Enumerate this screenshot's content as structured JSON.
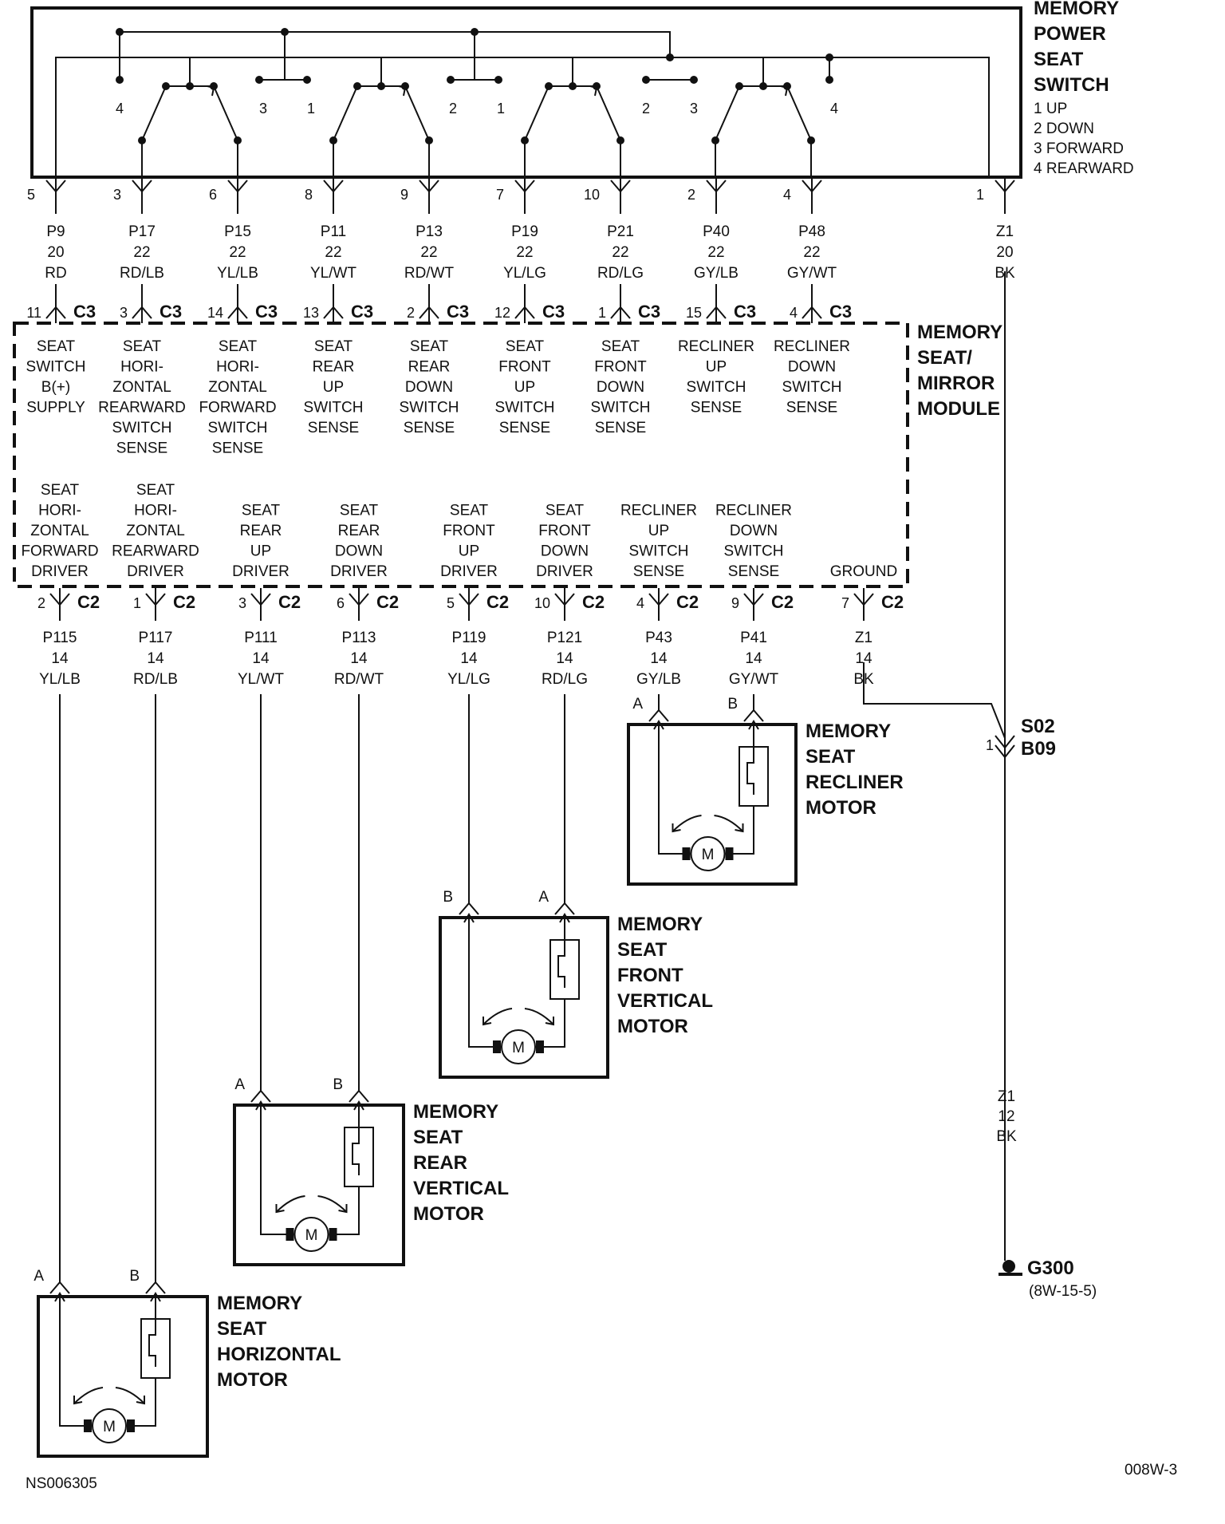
{
  "switch": {
    "title": [
      "MEMORY",
      "POWER",
      "SEAT",
      "SWITCH"
    ],
    "legend": [
      "1 UP",
      "2 DOWN",
      "3 FORWARD",
      "4 REARWARD"
    ],
    "internal_pins": [
      "4",
      "3",
      "1",
      "2",
      "1",
      "2",
      "3",
      "4"
    ],
    "pins": [
      {
        "pin": "5",
        "circuit": "P9",
        "gauge": "20",
        "color": "RD"
      },
      {
        "pin": "3",
        "circuit": "P17",
        "gauge": "22",
        "color": "RD/LB"
      },
      {
        "pin": "6",
        "circuit": "P15",
        "gauge": "22",
        "color": "YL/LB"
      },
      {
        "pin": "8",
        "circuit": "P11",
        "gauge": "22",
        "color": "YL/WT"
      },
      {
        "pin": "9",
        "circuit": "P13",
        "gauge": "22",
        "color": "RD/WT"
      },
      {
        "pin": "7",
        "circuit": "P19",
        "gauge": "22",
        "color": "YL/LG"
      },
      {
        "pin": "10",
        "circuit": "P21",
        "gauge": "22",
        "color": "RD/LG"
      },
      {
        "pin": "2",
        "circuit": "P40",
        "gauge": "22",
        "color": "GY/LB"
      },
      {
        "pin": "4",
        "circuit": "P48",
        "gauge": "22",
        "color": "GY/WT"
      },
      {
        "pin": "1",
        "circuit": "Z1",
        "gauge": "20",
        "color": "BK"
      }
    ]
  },
  "module": {
    "title": [
      "MEMORY",
      "SEAT/",
      "MIRROR",
      "MODULE"
    ],
    "c3_pins": [
      {
        "pin": "11",
        "conn": "C3",
        "label": [
          "SEAT",
          "SWITCH",
          "B(+)",
          "SUPPLY"
        ]
      },
      {
        "pin": "3",
        "conn": "C3",
        "label": [
          "SEAT",
          "HORI-",
          "ZONTAL",
          "REARWARD",
          "SWITCH",
          "SENSE"
        ]
      },
      {
        "pin": "14",
        "conn": "C3",
        "label": [
          "SEAT",
          "HORI-",
          "ZONTAL",
          "FORWARD",
          "SWITCH",
          "SENSE"
        ]
      },
      {
        "pin": "13",
        "conn": "C3",
        "label": [
          "SEAT",
          "REAR",
          "UP",
          "SWITCH",
          "SENSE"
        ]
      },
      {
        "pin": "2",
        "conn": "C3",
        "label": [
          "SEAT",
          "REAR",
          "DOWN",
          "SWITCH",
          "SENSE"
        ]
      },
      {
        "pin": "12",
        "conn": "C3",
        "label": [
          "SEAT",
          "FRONT",
          "UP",
          "SWITCH",
          "SENSE"
        ]
      },
      {
        "pin": "1",
        "conn": "C3",
        "label": [
          "SEAT",
          "FRONT",
          "DOWN",
          "SWITCH",
          "SENSE"
        ]
      },
      {
        "pin": "15",
        "conn": "C3",
        "label": [
          "RECLINER",
          "UP",
          "SWITCH",
          "SENSE"
        ]
      },
      {
        "pin": "4",
        "conn": "C3",
        "label": [
          "RECLINER",
          "DOWN",
          "SWITCH",
          "SENSE"
        ]
      }
    ],
    "c2_pins": [
      {
        "pin": "2",
        "conn": "C2",
        "label": [
          "SEAT",
          "HORI-",
          "ZONTAL",
          "FORWARD",
          "DRIVER"
        ],
        "circuit": "P115",
        "gauge": "14",
        "color": "YL/LB"
      },
      {
        "pin": "1",
        "conn": "C2",
        "label": [
          "SEAT",
          "HORI-",
          "ZONTAL",
          "REARWARD",
          "DRIVER"
        ],
        "circuit": "P117",
        "gauge": "14",
        "color": "RD/LB"
      },
      {
        "pin": "3",
        "conn": "C2",
        "label": [
          "SEAT",
          "REAR",
          "UP",
          "DRIVER"
        ],
        "circuit": "P111",
        "gauge": "14",
        "color": "YL/WT"
      },
      {
        "pin": "6",
        "conn": "C2",
        "label": [
          "SEAT",
          "REAR",
          "DOWN",
          "DRIVER"
        ],
        "circuit": "P113",
        "gauge": "14",
        "color": "RD/WT"
      },
      {
        "pin": "5",
        "conn": "C2",
        "label": [
          "SEAT",
          "FRONT",
          "UP",
          "DRIVER"
        ],
        "circuit": "P119",
        "gauge": "14",
        "color": "YL/LG"
      },
      {
        "pin": "10",
        "conn": "C2",
        "label": [
          "SEAT",
          "FRONT",
          "DOWN",
          "DRIVER"
        ],
        "circuit": "P121",
        "gauge": "14",
        "color": "RD/LG"
      },
      {
        "pin": "4",
        "conn": "C2",
        "label": [
          "RECLINER",
          "UP",
          "SWITCH",
          "SENSE"
        ],
        "circuit": "P43",
        "gauge": "14",
        "color": "GY/LB"
      },
      {
        "pin": "9",
        "conn": "C2",
        "label": [
          "RECLINER",
          "DOWN",
          "SWITCH",
          "SENSE"
        ],
        "circuit": "P41",
        "gauge": "14",
        "color": "GY/WT"
      },
      {
        "pin": "7",
        "conn": "C2",
        "label": [
          "GROUND"
        ],
        "circuit": "Z1",
        "gauge": "14",
        "color": "BK"
      }
    ]
  },
  "motors": [
    {
      "title": [
        "MEMORY",
        "SEAT",
        "RECLINER",
        "MOTOR"
      ],
      "pin_left": "A",
      "pin_right": "B"
    },
    {
      "title": [
        "MEMORY",
        "SEAT",
        "FRONT",
        "VERTICAL",
        "MOTOR"
      ],
      "pin_left": "B",
      "pin_right": "A"
    },
    {
      "title": [
        "MEMORY",
        "SEAT",
        "REAR",
        "VERTICAL",
        "MOTOR"
      ],
      "pin_left": "A",
      "pin_right": "B"
    },
    {
      "title": [
        "MEMORY",
        "SEAT",
        "HORIZONTAL",
        "MOTOR"
      ],
      "pin_left": "A",
      "pin_right": "B"
    }
  ],
  "motor_symbol": "M",
  "splice": {
    "pin": "1",
    "name": [
      "S02",
      "B09"
    ]
  },
  "ground_wire": {
    "circuit": "Z1",
    "gauge": "12",
    "color": "BK"
  },
  "ground": {
    "name": "G300",
    "ref": "(8W-15-5)"
  },
  "footer": {
    "left": "NS006305",
    "right": "008W-3"
  }
}
